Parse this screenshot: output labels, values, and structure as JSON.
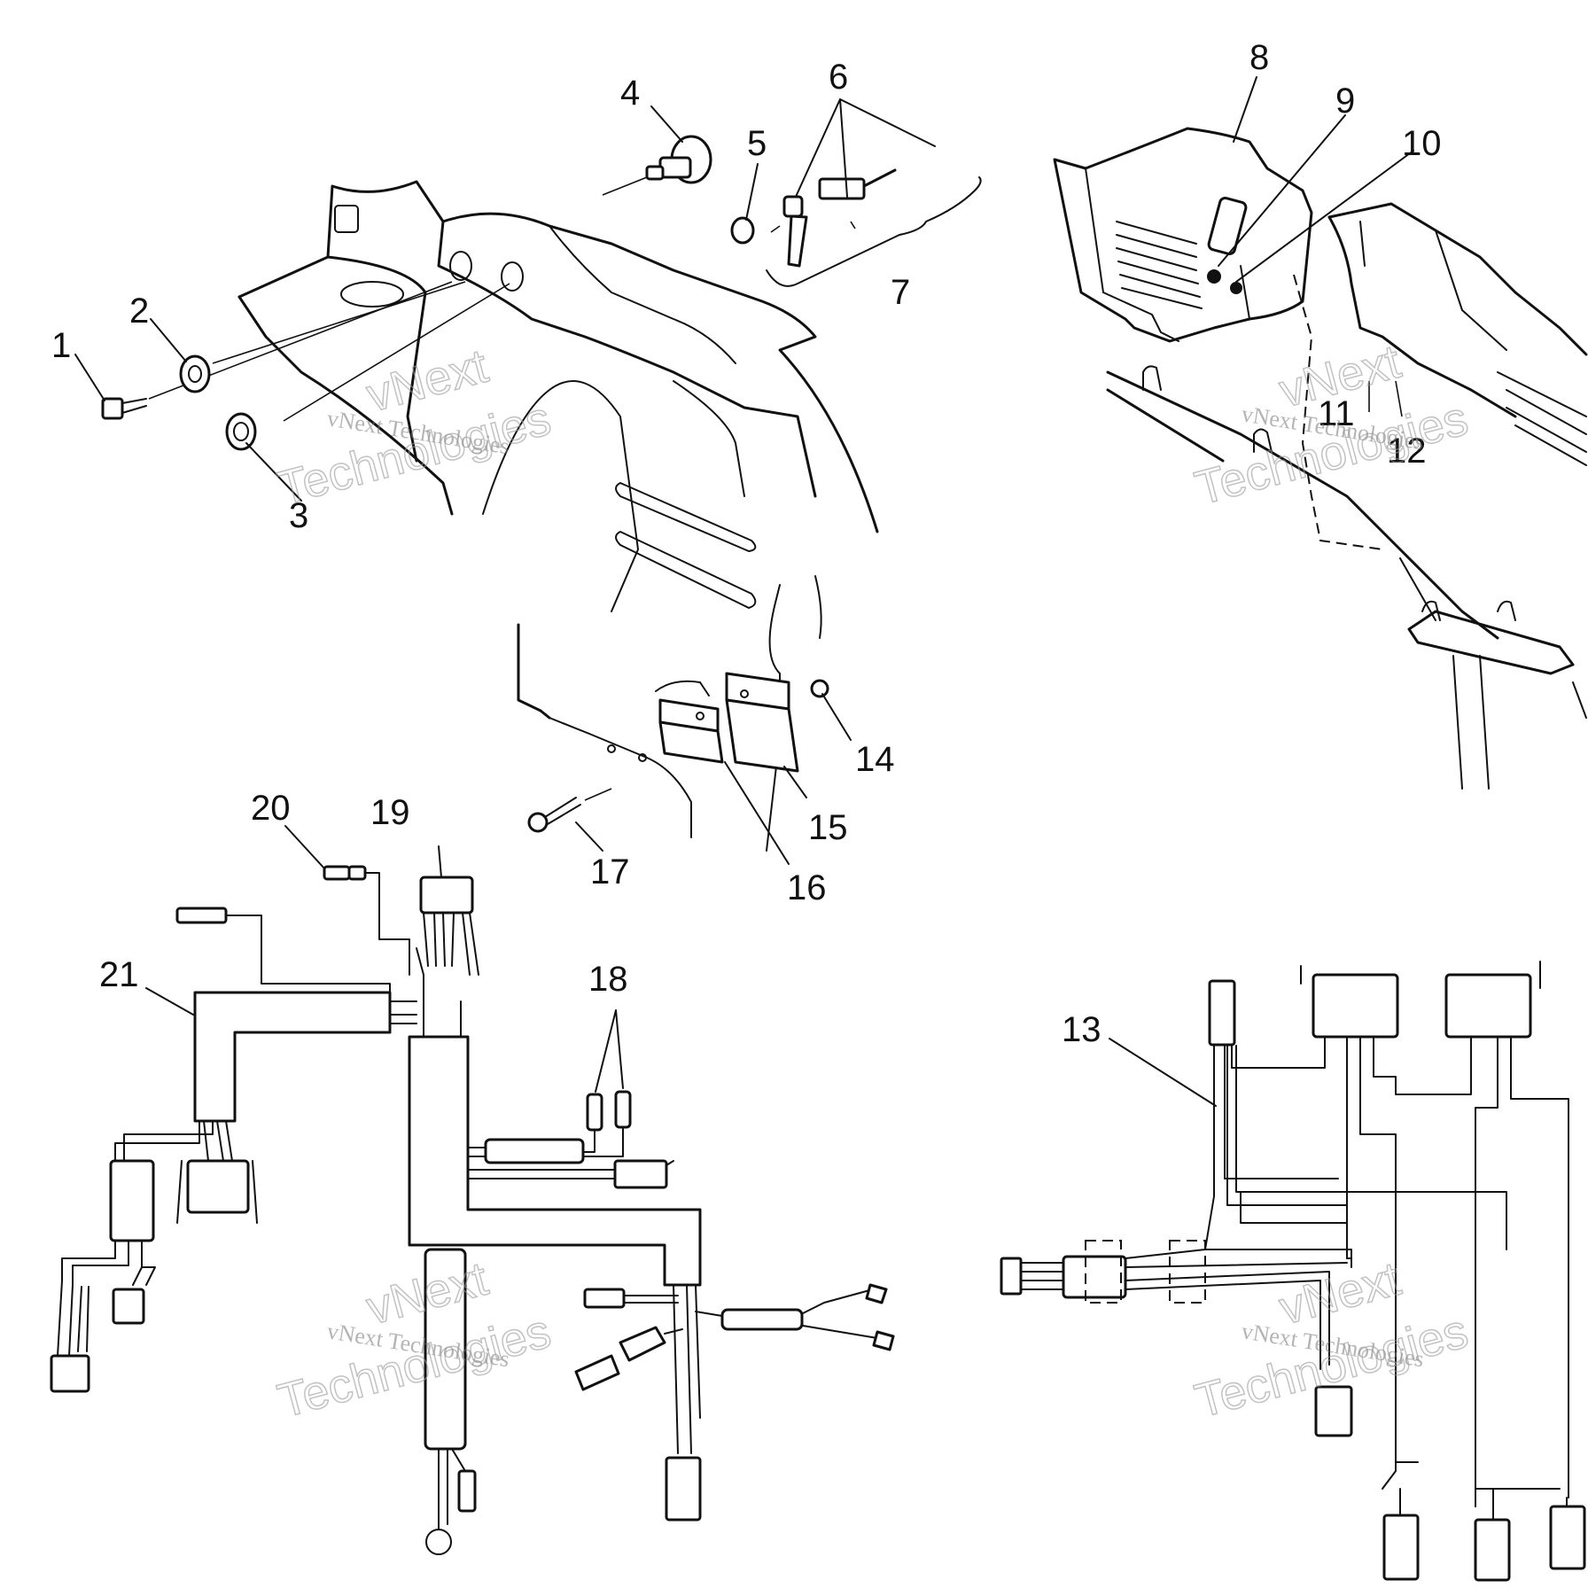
{
  "callouts": {
    "c1": "1",
    "c2": "2",
    "c3": "3",
    "c4": "4",
    "c5": "5",
    "c6": "6",
    "c7": "7",
    "c8": "8",
    "c9": "9",
    "c10": "10",
    "c11": "11",
    "c12": "12",
    "c13": "13",
    "c14": "14",
    "c15": "15",
    "c16": "16",
    "c17": "17",
    "c18": "18",
    "c19": "19",
    "c20": "20",
    "c21": "21"
  },
  "watermark": {
    "line1": "vNext Technologies",
    "word_a": "vNext",
    "word_b": "Technologies"
  }
}
